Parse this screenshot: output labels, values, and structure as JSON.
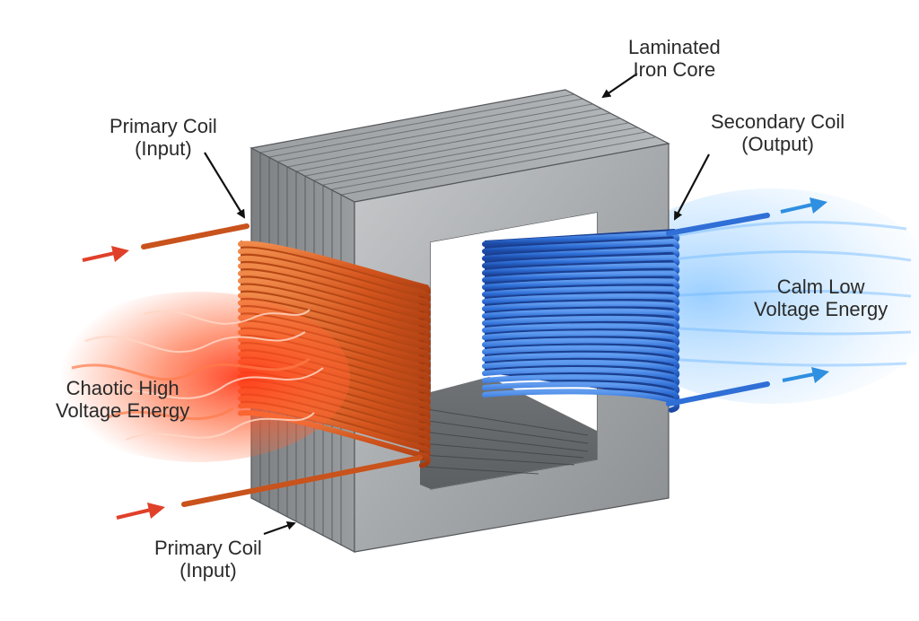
{
  "labels": {
    "core": {
      "line1": "Laminated",
      "line2": "Iron Core"
    },
    "primary_top": {
      "line1": "Primary Coil",
      "line2": "(Input)"
    },
    "primary_bottom": {
      "line1": "Primary Coil",
      "line2": "(Input)"
    },
    "secondary": {
      "line1": "Secondary Coil",
      "line2": "(Output)"
    },
    "input_energy": {
      "line1": "Chaotic High",
      "line2": "Voltage Energy"
    },
    "output_energy": {
      "line1": "Calm Low",
      "line2": "Voltage Energy"
    }
  },
  "colors": {
    "primary_coil": "#e0642a",
    "secondary_coil": "#2f6fd6",
    "core": "#a9acaf",
    "input_arrow": "#e0402a",
    "output_arrow": "#2f8fe0"
  },
  "icons": {
    "input_arrows": "arrow-right-icon",
    "output_arrows": "arrow-right-icon",
    "callouts": "callout-arrow-icon"
  }
}
